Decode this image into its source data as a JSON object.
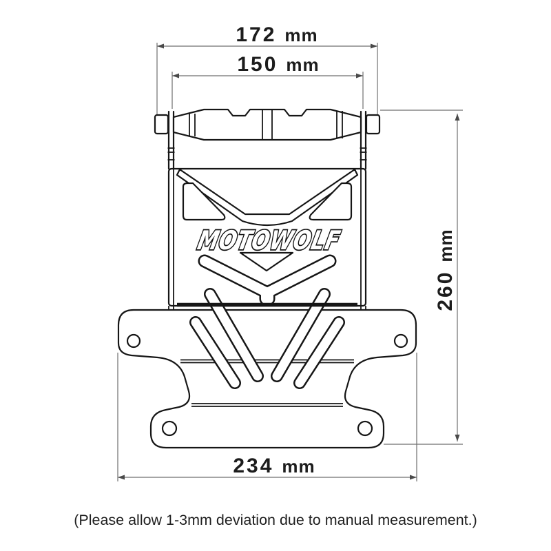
{
  "drawing": {
    "type": "technical-dimension-diagram",
    "subject": "motorcycle license plate bracket front view",
    "brand": "MOTOWOLF",
    "note": "(Please allow 1-3mm deviation due to manual measurement.)",
    "dims": {
      "top_outer": {
        "value": "172",
        "unit": "mm"
      },
      "top_inner": {
        "value": "150",
        "unit": "mm"
      },
      "side_right": {
        "value": "260",
        "unit": "mm"
      },
      "bottom": {
        "value": "234",
        "unit": "mm"
      }
    },
    "colors": {
      "background": "#ffffff",
      "part_line": "#161616",
      "dimension_line": "#6f6f6f",
      "dimension_text": "#1c1c1c",
      "note_text": "#1f1f1f"
    }
  }
}
